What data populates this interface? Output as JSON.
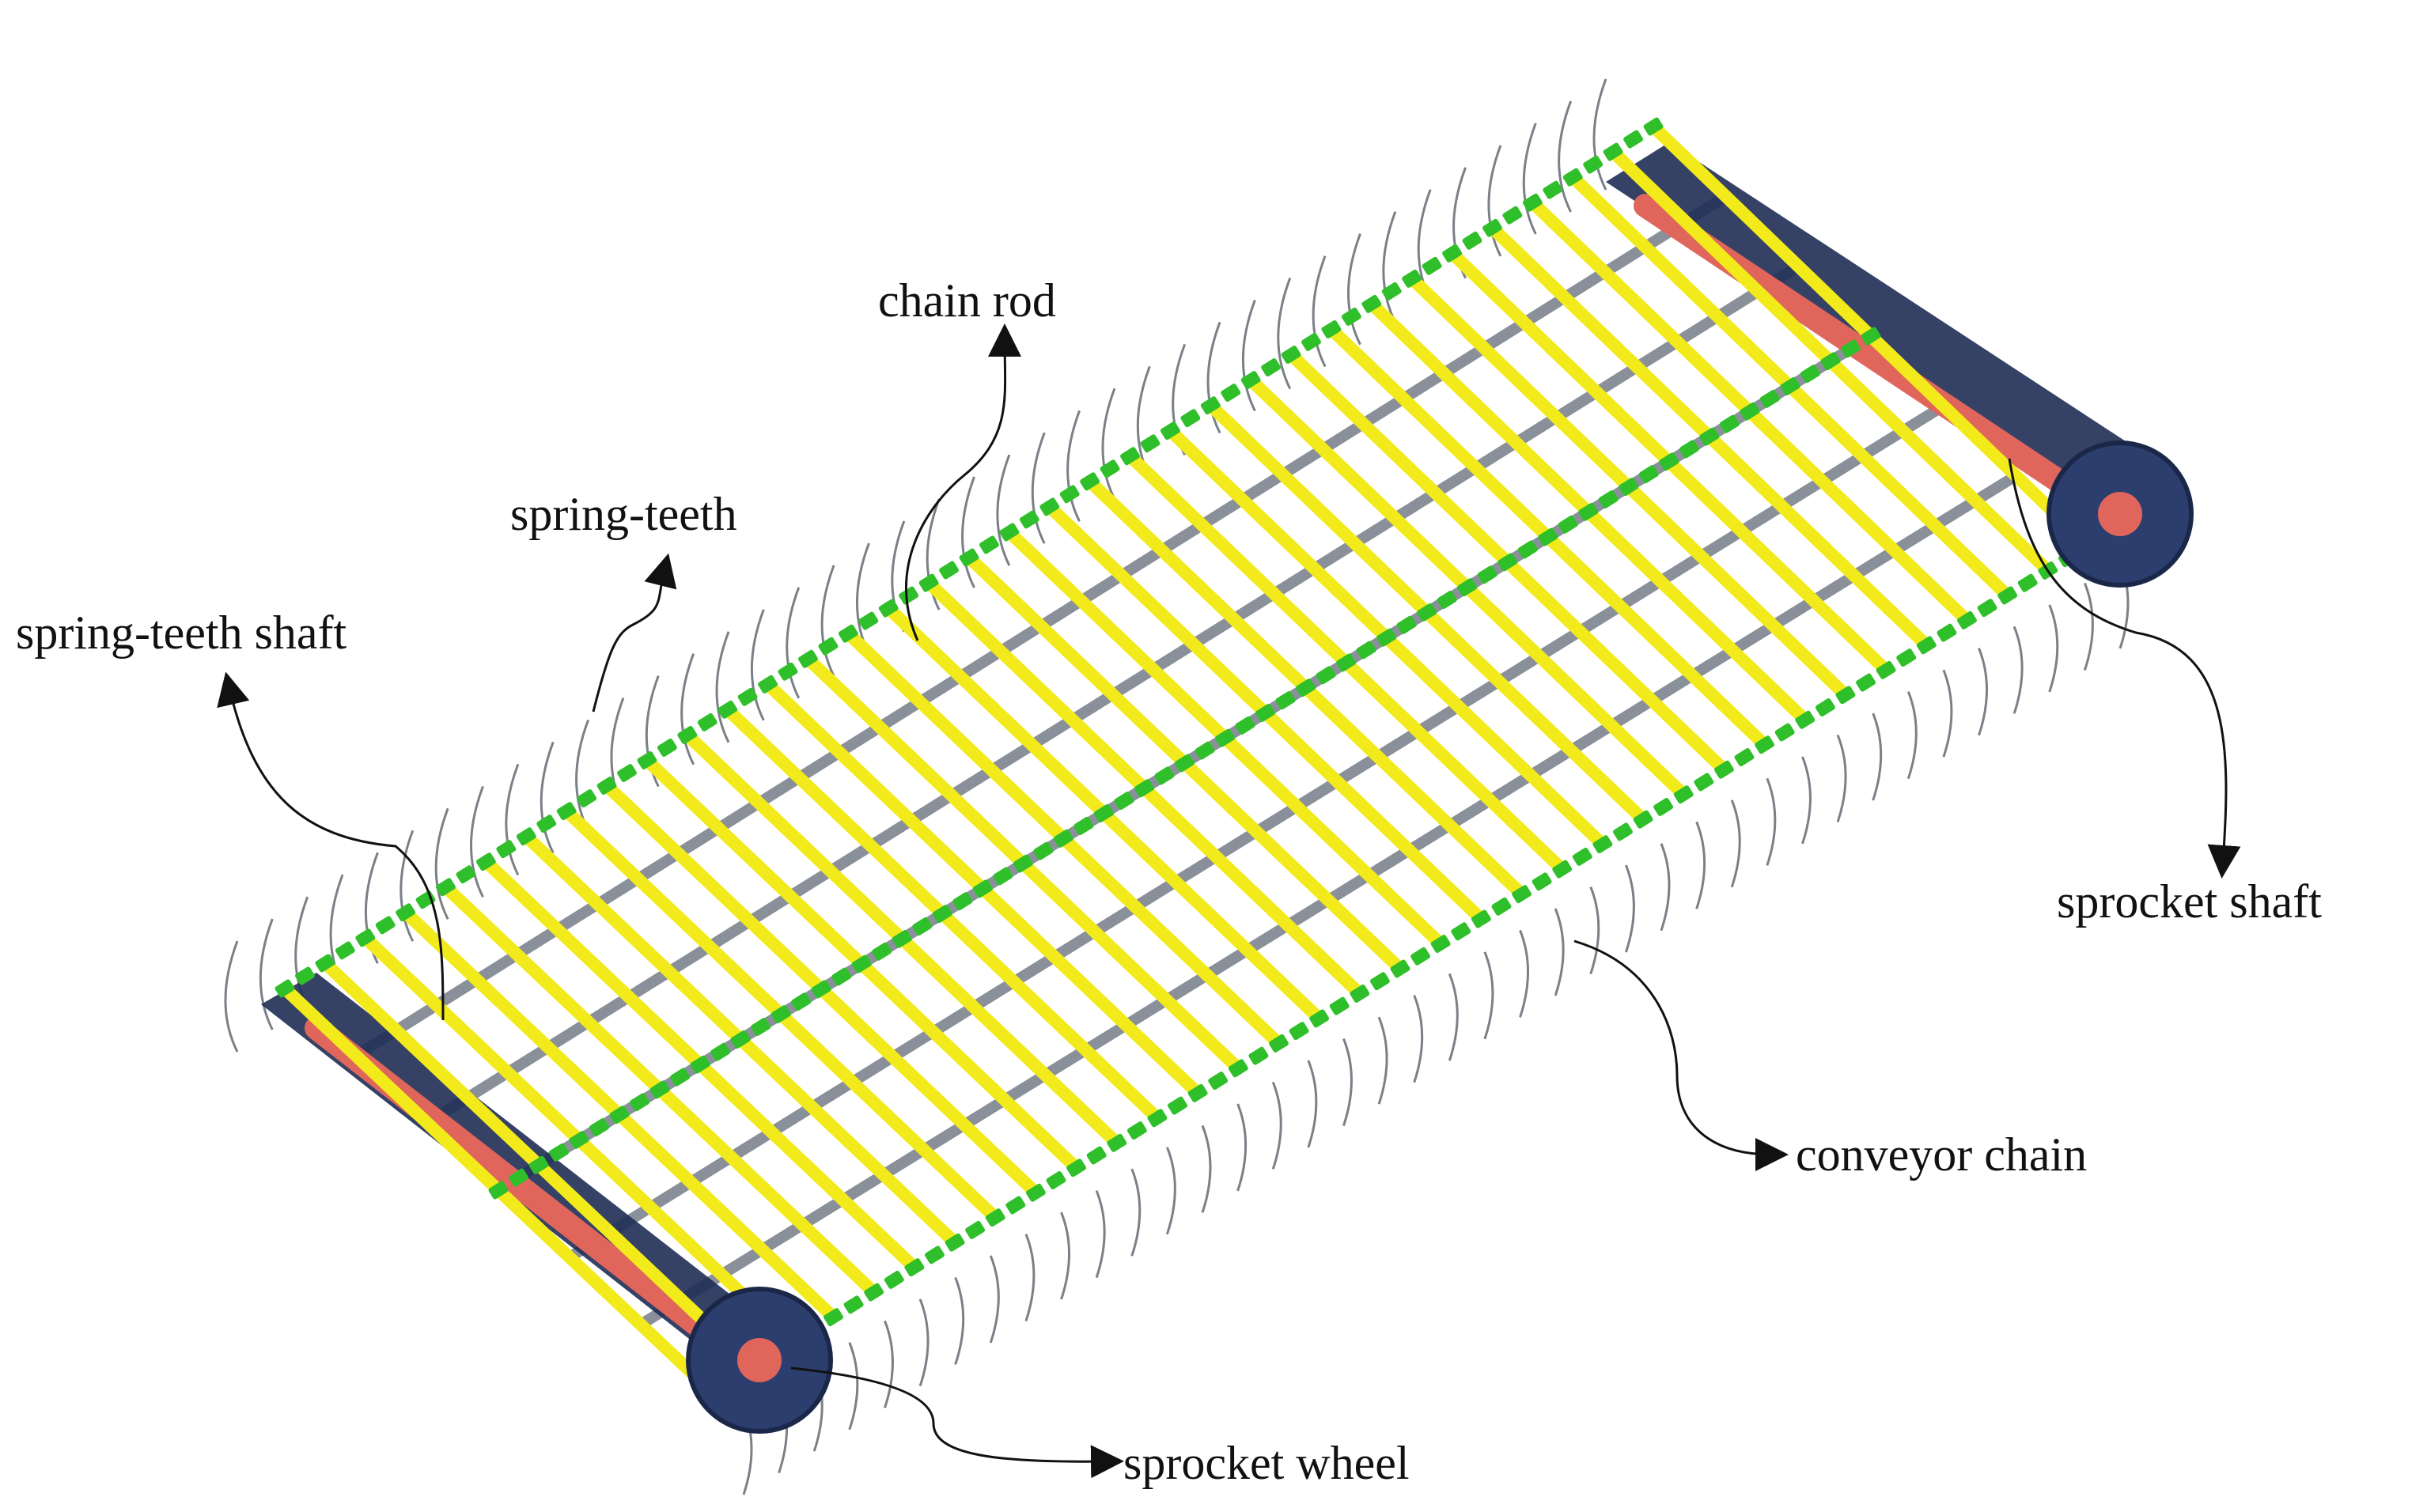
{
  "labels": {
    "chain_rod": "chain rod",
    "spring_teeth": "spring-teeth",
    "spring_teeth_shaft": "spring-teeth shaft",
    "sprocket_shaft": "sprocket shaft",
    "conveyor_chain": "conveyor chain",
    "sprocket_wheel": "sprocket wheel"
  },
  "colors": {
    "chain_rod": "#f2ea1a",
    "chain_link": "#2fbf2a",
    "shaft": "#8a9099",
    "sprocket_shaft_inner": "#e0655a",
    "sprocket_wheel": "#2c3e6e",
    "spring_tooth": "#7a8088"
  }
}
